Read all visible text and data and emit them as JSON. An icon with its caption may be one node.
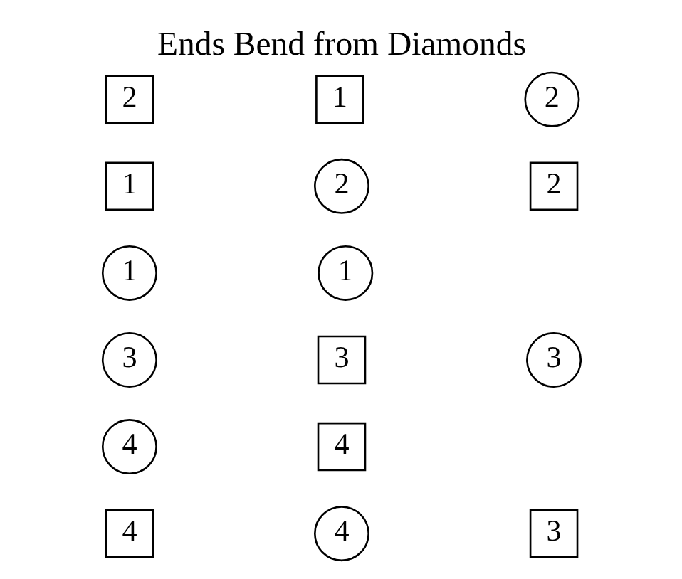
{
  "diagram": {
    "title": "Ends Bend from Diamonds",
    "nodes": [
      {
        "text": [
          "2"
        ]
      },
      {
        "text": [
          "1"
        ]
      },
      {
        "text": [
          "2"
        ]
      },
      {
        "text": [
          "1"
        ]
      },
      {
        "text": [
          "3"
        ]
      },
      {
        "text": [
          "3"
        ]
      },
      {
        "text": [
          "4"
        ]
      },
      {
        "text": [
          "4"
        ]
      },
      {
        "text": [
          "1"
        ]
      },
      {
        "text": [
          "2"
        ]
      },
      {
        "text": [
          "2"
        ]
      },
      {
        "text": [
          "1"
        ]
      },
      {
        "text": [
          "3"
        ]
      },
      {
        "text": [
          "4"
        ]
      },
      {
        "text": [
          "4"
        ]
      },
      {
        "text": [
          "3"
        ]
      }
    ]
  }
}
